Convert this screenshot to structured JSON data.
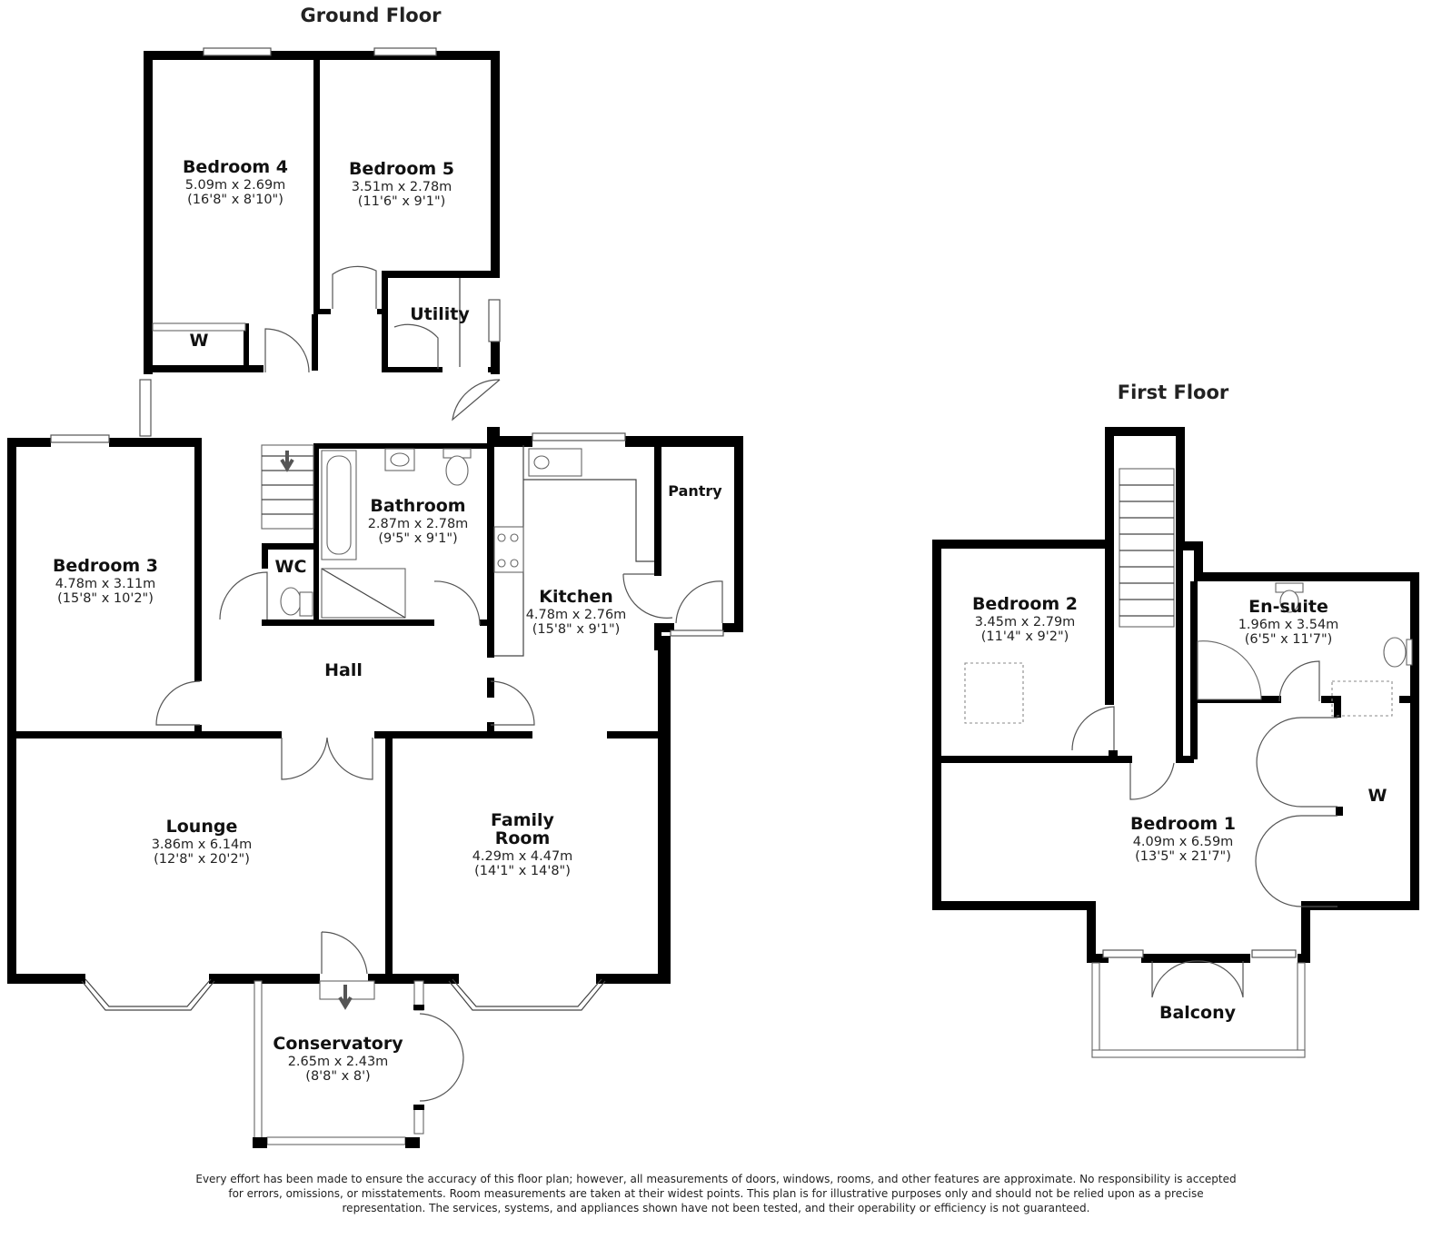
{
  "floors": {
    "ground": "Ground Floor",
    "first": "First Floor"
  },
  "rooms": {
    "bedroom4": {
      "name": "Bedroom 4",
      "metric": "5.09m x 2.69m",
      "imperial": "(16'8\" x 8'10\")"
    },
    "bedroom5": {
      "name": "Bedroom 5",
      "metric": "3.51m x 2.78m",
      "imperial": "(11'6\" x 9'1\")"
    },
    "utility": {
      "name": "Utility"
    },
    "wardrobe_ground": {
      "name": "W"
    },
    "bedroom3": {
      "name": "Bedroom 3",
      "metric": "4.78m x 3.11m",
      "imperial": "(15'8\" x 10'2\")"
    },
    "bathroom": {
      "name": "Bathroom",
      "metric": "2.87m x 2.78m",
      "imperial": "(9'5\" x 9'1\")"
    },
    "wc": {
      "name": "WC"
    },
    "pantry": {
      "name": "Pantry"
    },
    "kitchen": {
      "name": "Kitchen",
      "metric": "4.78m x 2.76m",
      "imperial": "(15'8\" x 9'1\")"
    },
    "hall": {
      "name": "Hall"
    },
    "lounge": {
      "name": "Lounge",
      "metric": "3.86m x 6.14m",
      "imperial": "(12'8\" x 20'2\")"
    },
    "family_room": {
      "name_line1": "Family",
      "name_line2": "Room",
      "metric": "4.29m x 4.47m",
      "imperial": "(14'1\" x 14'8\")"
    },
    "conservatory": {
      "name": "Conservatory",
      "metric": "2.65m x 2.43m",
      "imperial": "(8'8\" x 8')"
    },
    "bedroom2": {
      "name": "Bedroom 2",
      "metric": "3.45m x 2.79m",
      "imperial": "(11'4\" x 9'2\")"
    },
    "ensuite": {
      "name": "En-suite",
      "metric": "1.96m x 3.54m",
      "imperial": "(6'5\" x 11'7\")"
    },
    "bedroom1": {
      "name": "Bedroom 1",
      "metric": "4.09m x 6.59m",
      "imperial": "(13'5\" x 21'7\")"
    },
    "wardrobe_first": {
      "name": "W"
    },
    "balcony": {
      "name": "Balcony"
    }
  },
  "disclaimer": {
    "line1": "Every effort has been made to ensure the accuracy of this floor plan; however, all measurements of doors, windows, rooms, and other features are approximate. No responsibility is accepted",
    "line2": "for errors, omissions, or misstatements. Room measurements are taken at their widest points. This plan is for illustrative purposes only and should not be relied upon as a precise",
    "line3": "representation. The services, systems, and appliances shown have not been tested, and their operability or efficiency is not guaranteed."
  },
  "colors": {
    "walls": "#000000",
    "background": "#ffffff",
    "lines": "#555555"
  }
}
